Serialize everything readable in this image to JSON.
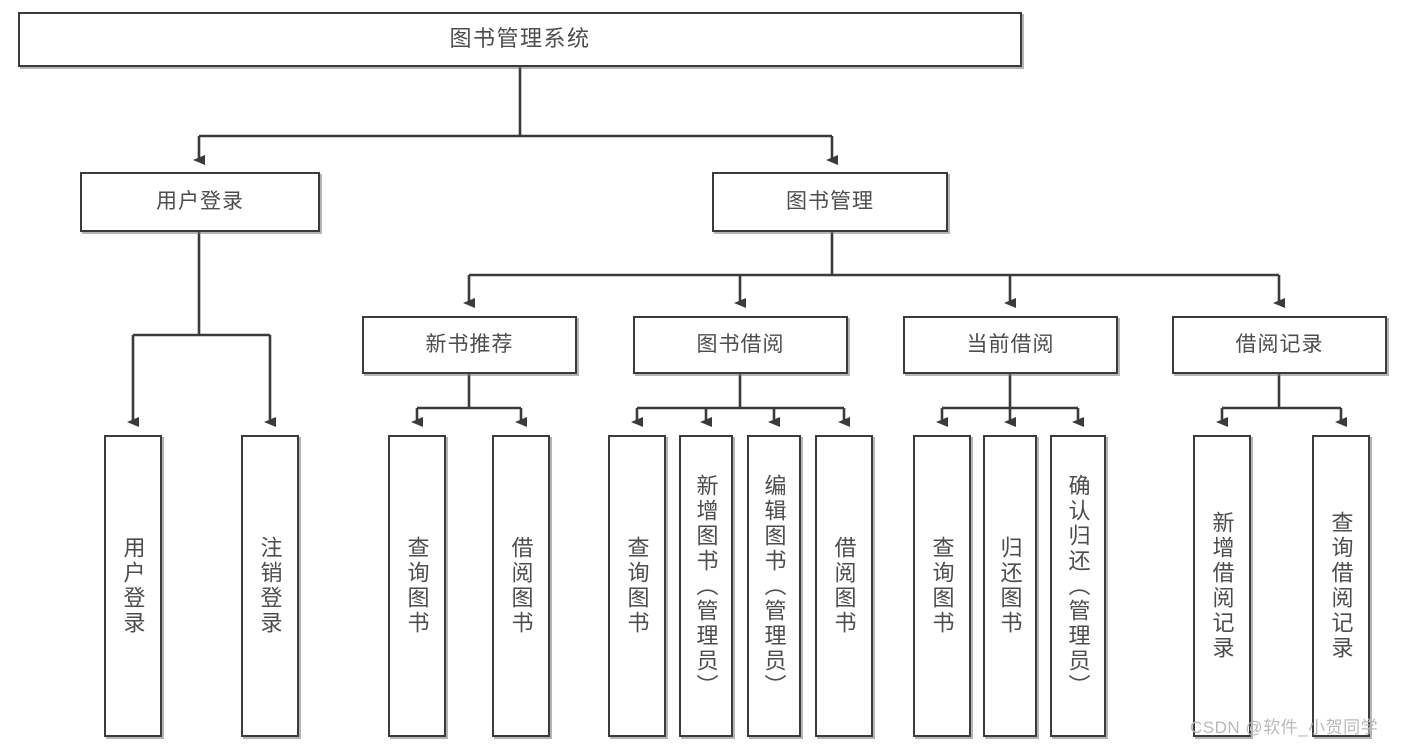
{
  "diagram": {
    "type": "tree-hierarchy-chart",
    "title": "图书管理系统",
    "background_color": "#ffffff",
    "box_border_color": "#3b3b3b",
    "text_color": "#4d4d4d",
    "connector_color": "#3b3b3b"
  },
  "nodes": {
    "root": {
      "label": "图书管理系统"
    },
    "level2": [
      {
        "label": "用户登录"
      },
      {
        "label": "图书管理"
      }
    ],
    "level3": [
      {
        "label": "新书推荐"
      },
      {
        "label": "图书借阅"
      },
      {
        "label": "当前借阅"
      },
      {
        "label": "借阅记录"
      }
    ],
    "leaves": {
      "user_login": [
        {
          "label": "用户登录"
        },
        {
          "label": "注销登录"
        }
      ],
      "new_book_recommend": [
        {
          "label": "查询图书"
        },
        {
          "label": "借阅图书"
        }
      ],
      "book_borrow": [
        {
          "label": "查询图书"
        },
        {
          "label": "新增图书（管理员）"
        },
        {
          "label": "编辑图书（管理员）"
        },
        {
          "label": "借阅图书"
        }
      ],
      "current_borrow": [
        {
          "label": "查询图书"
        },
        {
          "label": "归还图书"
        },
        {
          "label": "确认归还（管理员）"
        }
      ],
      "borrow_record": [
        {
          "label": "新增借阅记录"
        },
        {
          "label": "查询借阅记录"
        }
      ]
    }
  },
  "watermark": {
    "text": "CSDN @软件_小贺同学"
  }
}
